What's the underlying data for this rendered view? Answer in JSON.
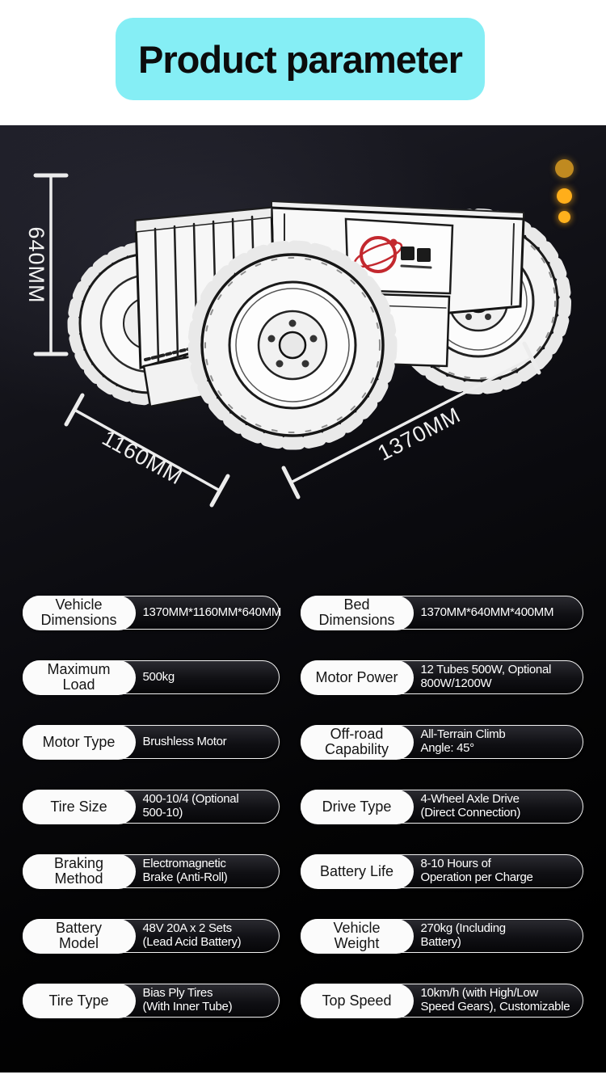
{
  "header": {
    "title": "Product parameter",
    "banner_color": "#85eef5"
  },
  "hero": {
    "vehicle_alt": "line-art sketch of four-wheel electric utility cart with cargo bed",
    "dim_height": "640MM",
    "dim_width": "1160MM",
    "dim_length": "1370MM",
    "decor_dot_colors": [
      "#c08a20",
      "#ffae1a",
      "#ffb11d"
    ],
    "logo_color": "#c3282e"
  },
  "specs": {
    "left": [
      {
        "label": "Vehicle\nDimensions",
        "value": "1370MM*1160MM*640MM"
      },
      {
        "label": "Maximum\nLoad",
        "value": "500kg"
      },
      {
        "label": "Motor Type",
        "value": "Brushless Motor"
      },
      {
        "label": "Tire Size",
        "value": "400-10/4 (Optional\n500-10)"
      },
      {
        "label": "Braking\nMethod",
        "value": "Electromagnetic\nBrake (Anti-Roll)"
      },
      {
        "label": "Battery\nModel",
        "value": "48V 20A x 2 Sets\n(Lead Acid Battery)"
      },
      {
        "label": "Tire Type",
        "value": "Bias Ply Tires\n(With Inner Tube)"
      }
    ],
    "right": [
      {
        "label": "Bed\nDimensions",
        "value": "1370MM*640MM*400MM"
      },
      {
        "label": "Motor Power",
        "value": "12 Tubes 500W, Optional\n800W/1200W"
      },
      {
        "label": "Off-road\nCapability",
        "value": "All-Terrain Climb\nAngle: 45°"
      },
      {
        "label": "Drive Type",
        "value": "4-Wheel Axle Drive\n(Direct Connection)"
      },
      {
        "label": "Battery Life",
        "value": "8-10 Hours of\nOperation per Charge"
      },
      {
        "label": "Vehicle\nWeight",
        "value": "270kg (Including\nBattery)"
      },
      {
        "label": "Top Speed",
        "value": "10km/h (with High/Low\nSpeed Gears), Customizable"
      }
    ]
  }
}
